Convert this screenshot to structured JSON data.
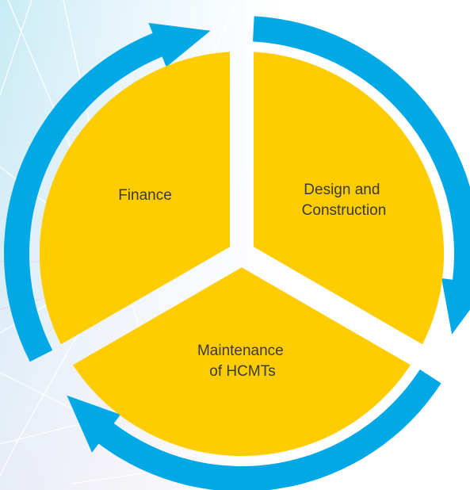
{
  "diagram": {
    "segments": [
      {
        "label_lines": [
          "Finance"
        ]
      },
      {
        "label_lines": [
          "Design and",
          "Construction"
        ]
      },
      {
        "label_lines": [
          "Maintenance",
          "of HCMTs"
        ]
      }
    ]
  },
  "colors": {
    "segment_fill": "#FFCC00",
    "arrow_fill": "#00A8E6",
    "label_text": "#3a3a3a",
    "background_tint": "#e9eef7"
  }
}
